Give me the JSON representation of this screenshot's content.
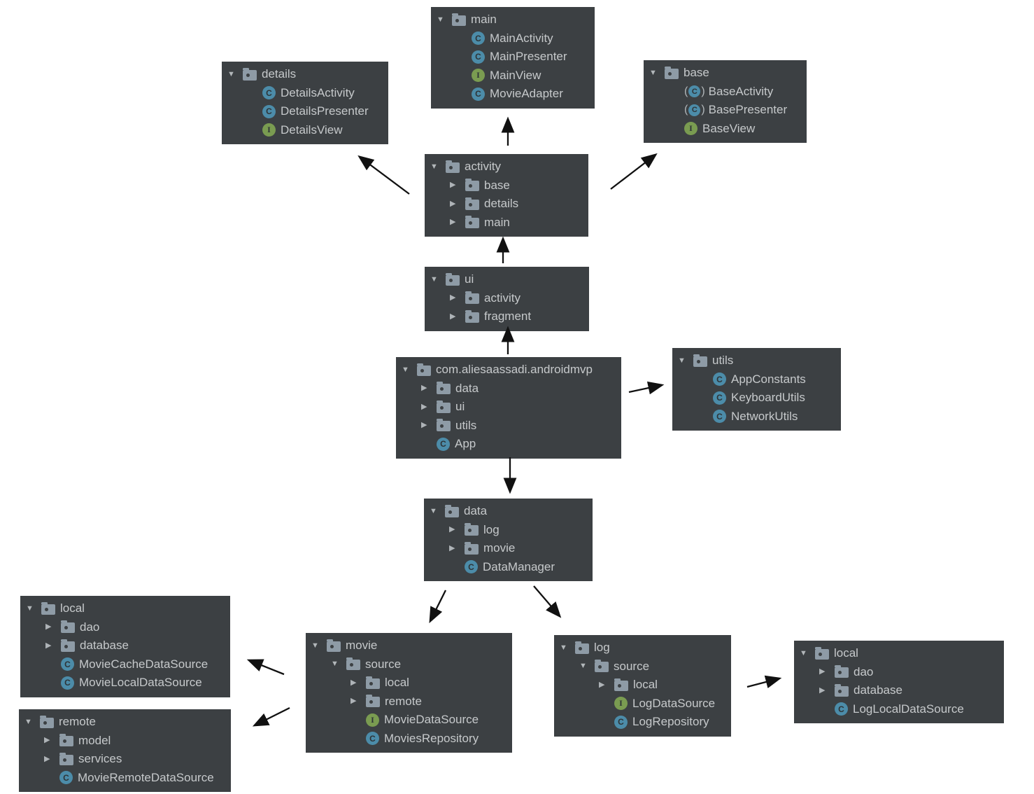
{
  "colors": {
    "box_background": "#3c4043",
    "label_text": "#c6c9cb",
    "folder_icon": "#8e9ba6",
    "class_icon": "#4c8ca9",
    "interface_icon": "#7a9c51",
    "arrow": "#111111",
    "page_background": "#ffffff"
  },
  "boxes": [
    {
      "id": "main",
      "rows": [
        {
          "expander": "open",
          "icon": "folder-icon",
          "label": "main"
        },
        {
          "icon": "class-icon",
          "label": "MainActivity"
        },
        {
          "icon": "class-icon",
          "label": "MainPresenter"
        },
        {
          "icon": "interface-icon",
          "label": "MainView"
        },
        {
          "icon": "class-icon",
          "label": "MovieAdapter"
        }
      ]
    },
    {
      "id": "details",
      "rows": [
        {
          "expander": "open",
          "icon": "folder-icon",
          "label": "details"
        },
        {
          "icon": "class-icon",
          "label": "DetailsActivity"
        },
        {
          "icon": "class-icon",
          "label": "DetailsPresenter"
        },
        {
          "icon": "interface-icon",
          "label": "DetailsView"
        }
      ]
    },
    {
      "id": "base",
      "rows": [
        {
          "expander": "open",
          "icon": "folder-icon",
          "label": "base"
        },
        {
          "icon": "abstract-class-icon",
          "label": "BaseActivity"
        },
        {
          "icon": "abstract-class-icon",
          "label": "BasePresenter"
        },
        {
          "icon": "interface-icon",
          "label": "BaseView"
        }
      ]
    },
    {
      "id": "activity",
      "rows": [
        {
          "expander": "open",
          "icon": "folder-icon",
          "label": "activity"
        },
        {
          "expander": "closed",
          "icon": "folder-icon",
          "label": "base"
        },
        {
          "expander": "closed",
          "icon": "folder-icon",
          "label": "details"
        },
        {
          "expander": "closed",
          "icon": "folder-icon",
          "label": "main"
        }
      ]
    },
    {
      "id": "ui",
      "rows": [
        {
          "expander": "open",
          "icon": "folder-icon",
          "label": "ui"
        },
        {
          "expander": "closed",
          "icon": "folder-icon",
          "label": "activity"
        },
        {
          "expander": "closed",
          "icon": "folder-icon",
          "label": "fragment"
        }
      ]
    },
    {
      "id": "root",
      "rows": [
        {
          "expander": "open",
          "icon": "folder-icon",
          "label": "com.aliesaassadi.androidmvp"
        },
        {
          "expander": "closed",
          "icon": "folder-icon",
          "label": "data"
        },
        {
          "expander": "closed",
          "icon": "folder-icon",
          "label": "ui"
        },
        {
          "expander": "closed",
          "icon": "folder-icon",
          "label": "utils"
        },
        {
          "icon": "class-icon",
          "label": "App"
        }
      ]
    },
    {
      "id": "utils",
      "rows": [
        {
          "expander": "open",
          "icon": "folder-icon",
          "label": "utils"
        },
        {
          "icon": "class-icon",
          "label": "AppConstants"
        },
        {
          "icon": "class-icon",
          "label": "KeyboardUtils"
        },
        {
          "icon": "class-icon",
          "label": "NetworkUtils"
        }
      ]
    },
    {
      "id": "data",
      "rows": [
        {
          "expander": "open",
          "icon": "folder-icon",
          "label": "data"
        },
        {
          "expander": "closed",
          "icon": "folder-icon",
          "label": "log"
        },
        {
          "expander": "closed",
          "icon": "folder-icon",
          "label": "movie"
        },
        {
          "icon": "class-icon",
          "label": "DataManager"
        }
      ]
    },
    {
      "id": "local-movie",
      "rows": [
        {
          "expander": "open",
          "icon": "folder-icon",
          "label": "local"
        },
        {
          "expander": "closed",
          "icon": "folder-icon",
          "label": "dao"
        },
        {
          "expander": "closed",
          "icon": "folder-icon",
          "label": "database"
        },
        {
          "icon": "class-icon",
          "label": "MovieCacheDataSource"
        },
        {
          "icon": "class-icon",
          "label": "MovieLocalDataSource"
        }
      ]
    },
    {
      "id": "remote",
      "rows": [
        {
          "expander": "open",
          "icon": "folder-icon",
          "label": "remote"
        },
        {
          "expander": "closed",
          "icon": "folder-icon",
          "label": "model"
        },
        {
          "expander": "closed",
          "icon": "folder-icon",
          "label": "services"
        },
        {
          "icon": "class-icon",
          "label": "MovieRemoteDataSource"
        }
      ]
    },
    {
      "id": "movie",
      "rows": [
        {
          "expander": "open",
          "icon": "folder-icon",
          "label": "movie"
        },
        {
          "expander": "open",
          "icon": "folder-icon",
          "label": "source"
        },
        {
          "expander": "closed",
          "icon": "folder-icon",
          "label": "local"
        },
        {
          "expander": "closed",
          "icon": "folder-icon",
          "label": "remote"
        },
        {
          "icon": "interface-icon",
          "label": "MovieDataSource"
        },
        {
          "icon": "class-icon",
          "label": "MoviesRepository"
        }
      ]
    },
    {
      "id": "log",
      "rows": [
        {
          "expander": "open",
          "icon": "folder-icon",
          "label": "log"
        },
        {
          "expander": "open",
          "icon": "folder-icon",
          "label": "source"
        },
        {
          "expander": "closed",
          "icon": "folder-icon",
          "label": "local"
        },
        {
          "icon": "interface-icon",
          "label": "LogDataSource"
        },
        {
          "icon": "class-icon",
          "label": "LogRepository"
        }
      ]
    },
    {
      "id": "local-log",
      "rows": [
        {
          "expander": "open",
          "icon": "folder-icon",
          "label": "local"
        },
        {
          "expander": "closed",
          "icon": "folder-icon",
          "label": "dao"
        },
        {
          "expander": "closed",
          "icon": "folder-icon",
          "label": "database"
        },
        {
          "icon": "class-icon",
          "label": "LogLocalDataSource"
        }
      ]
    }
  ],
  "arrows": [
    {
      "from": "activity",
      "to": "main"
    },
    {
      "from": "activity",
      "to": "details"
    },
    {
      "from": "activity",
      "to": "base"
    },
    {
      "from": "ui",
      "to": "activity"
    },
    {
      "from": "com.aliesaassadi.androidmvp",
      "to": "ui"
    },
    {
      "from": "com.aliesaassadi.androidmvp",
      "to": "utils"
    },
    {
      "from": "com.aliesaassadi.androidmvp",
      "to": "data"
    },
    {
      "from": "data",
      "to": "movie"
    },
    {
      "from": "data",
      "to": "log"
    },
    {
      "from": "movie",
      "to": "local-movie"
    },
    {
      "from": "movie",
      "to": "remote"
    },
    {
      "from": "log",
      "to": "local-log"
    }
  ]
}
